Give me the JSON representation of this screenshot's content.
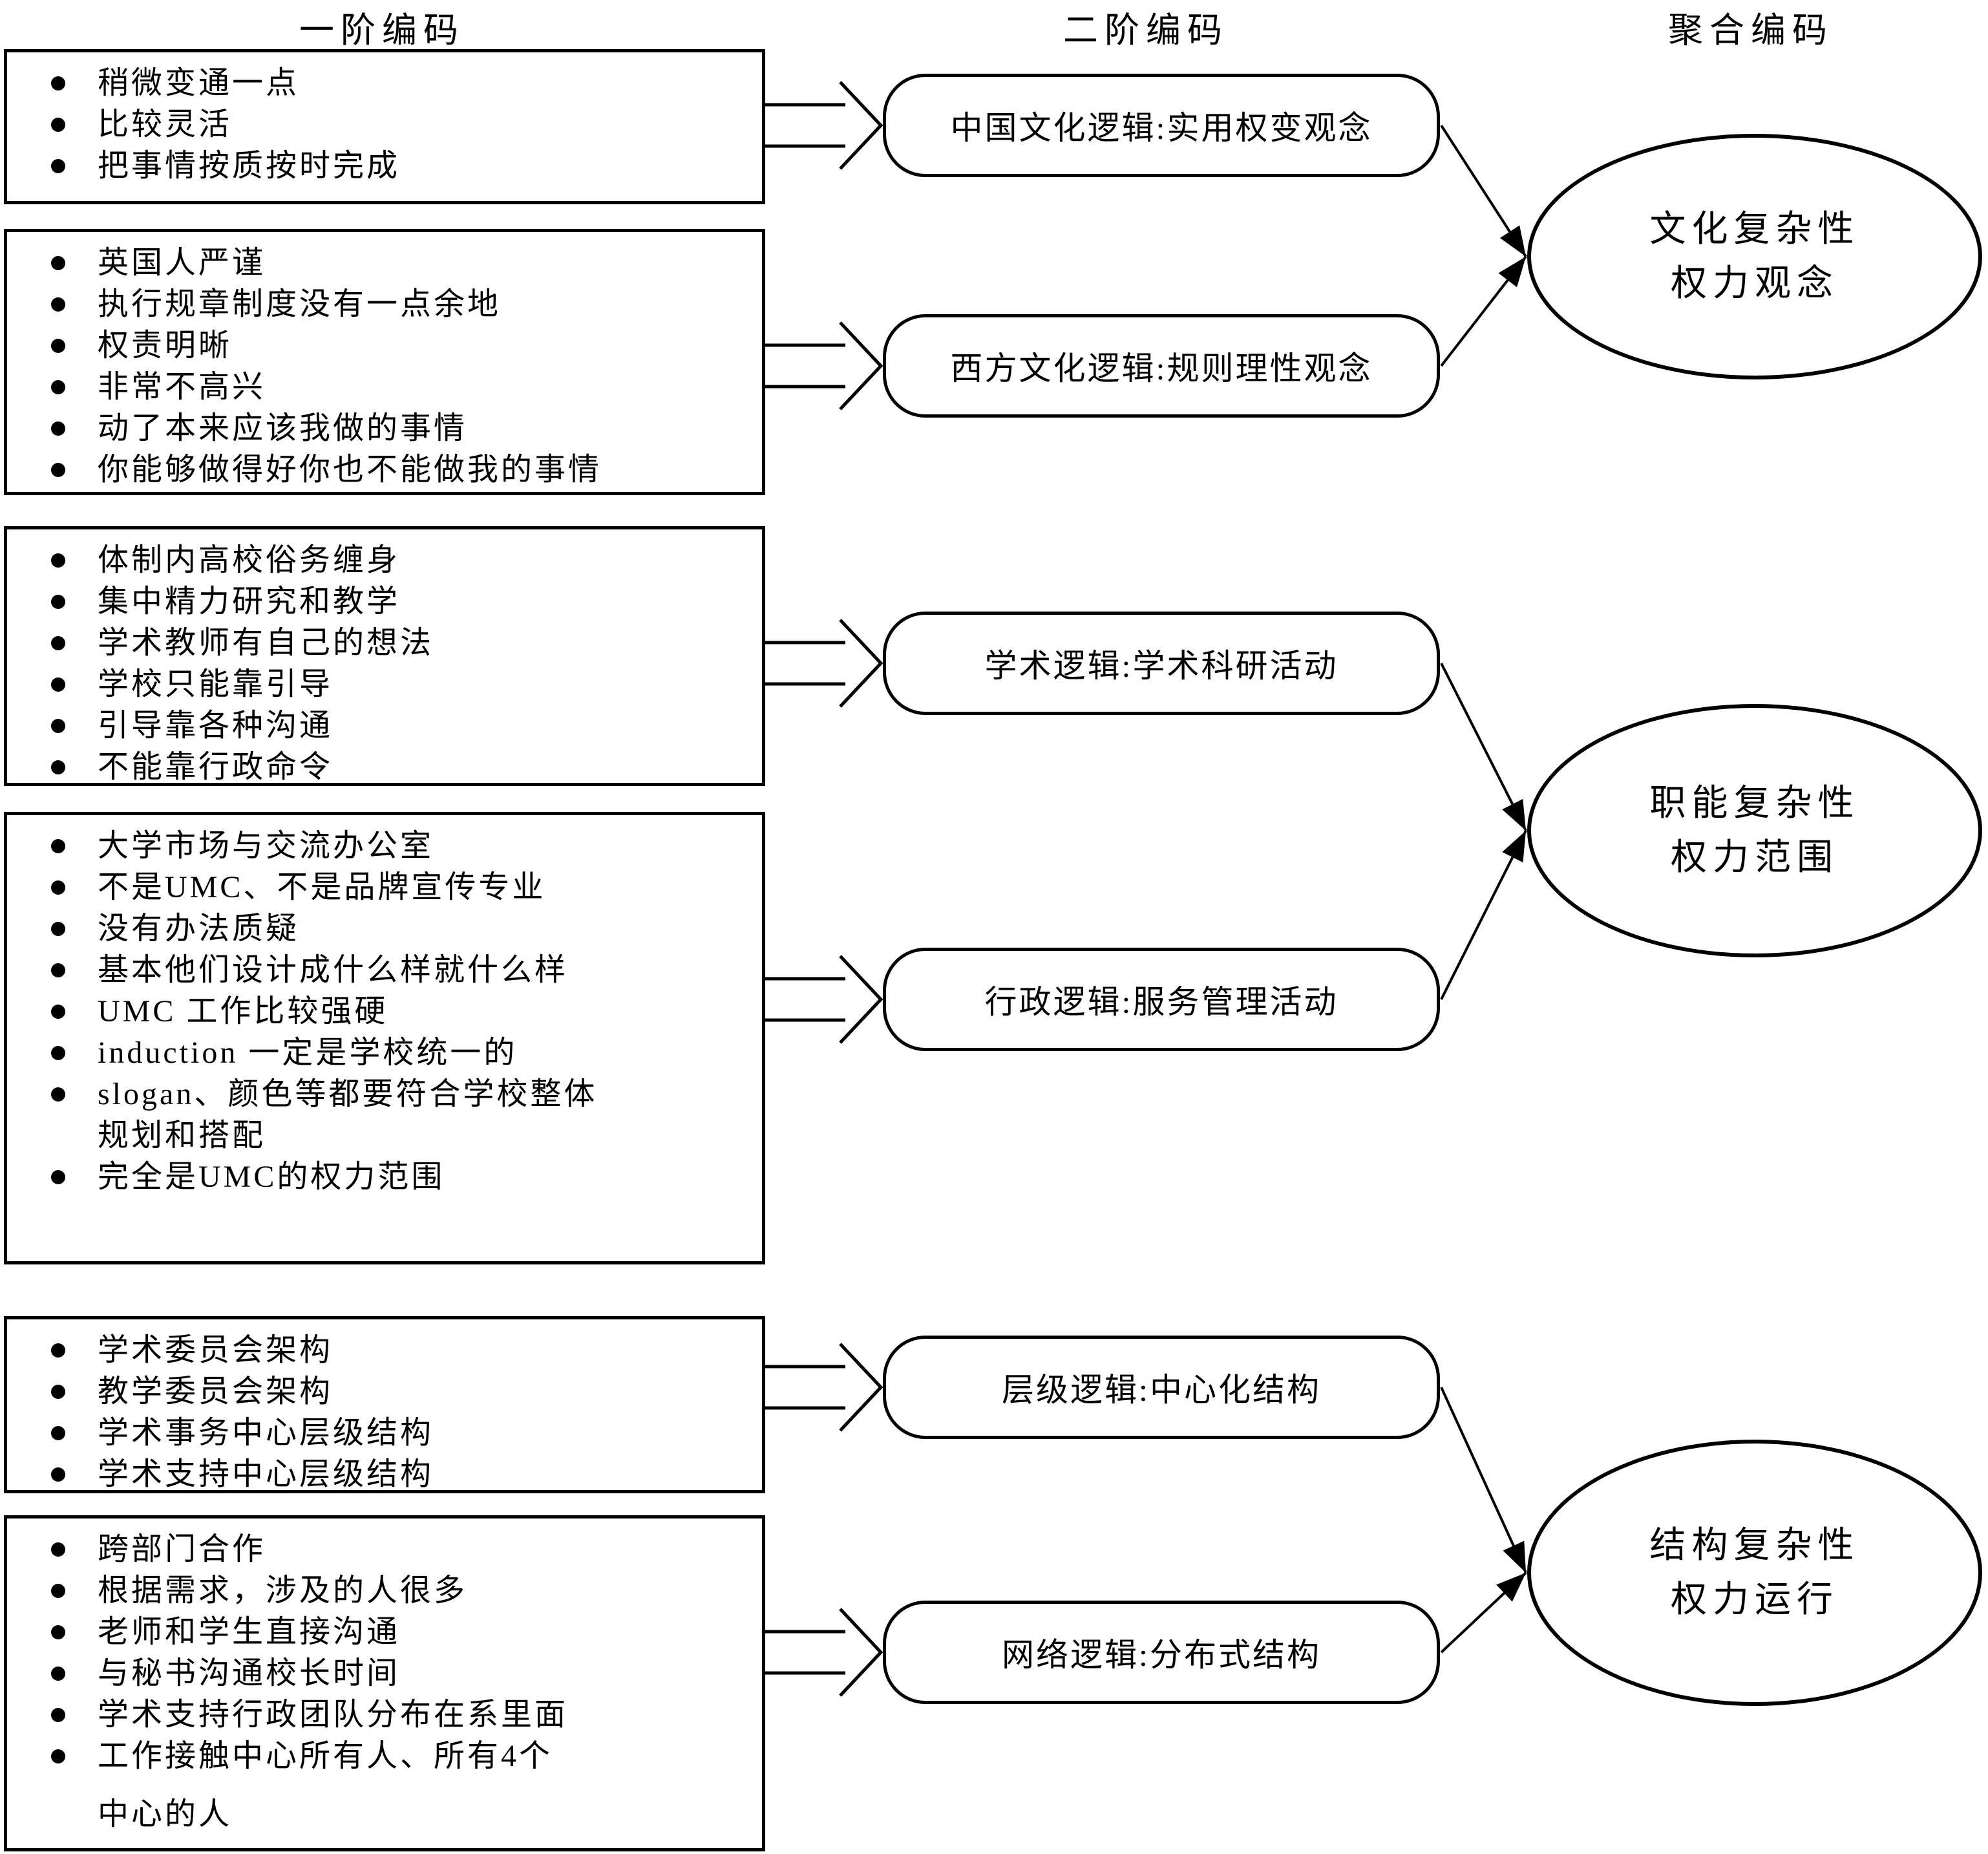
{
  "columns": [
    {
      "header": "一阶编码"
    },
    {
      "header": "二阶编码"
    },
    {
      "header": "聚合编码"
    }
  ],
  "first_order_boxes": [
    {
      "items": [
        {
          "text": "稍微变通一点",
          "bullet": true
        },
        {
          "text": "比较灵活",
          "bullet": true
        },
        {
          "text": "把事情按质按时完成",
          "bullet": true
        }
      ]
    },
    {
      "items": [
        {
          "text": "英国人严谨",
          "bullet": true
        },
        {
          "text": "执行规章制度没有一点余地",
          "bullet": true
        },
        {
          "text": "权责明晰",
          "bullet": true
        },
        {
          "text": "非常不高兴",
          "bullet": true
        },
        {
          "text": "动了本来应该我做的事情",
          "bullet": true
        },
        {
          "text": "你能够做得好你也不能做我的事情",
          "bullet": true
        }
      ]
    },
    {
      "items": [
        {
          "text": "体制内高校俗务缠身",
          "bullet": true
        },
        {
          "text": "集中精力研究和教学",
          "bullet": true
        },
        {
          "text": "学术教师有自己的想法",
          "bullet": true
        },
        {
          "text": "学校只能靠引导",
          "bullet": true
        },
        {
          "text": "引导靠各种沟通",
          "bullet": true
        },
        {
          "text": "不能靠行政命令",
          "bullet": true
        }
      ]
    },
    {
      "items": [
        {
          "text": "大学市场与交流办公室",
          "bullet": true
        },
        {
          "text": "不是UMC、不是品牌宣传专业",
          "bullet": true
        },
        {
          "text": "没有办法质疑",
          "bullet": true
        },
        {
          "text": "基本他们设计成什么样就什么样",
          "bullet": true
        },
        {
          "text": "UMC 工作比较强硬",
          "bullet": true
        },
        {
          "text": "induction 一定是学校统一的",
          "bullet": true
        },
        {
          "text": "slogan、颜色等都要符合学校整体",
          "bullet": true
        },
        {
          "text": "规划和搭配",
          "bullet": false
        },
        {
          "text": "完全是UMC的权力范围",
          "bullet": true
        }
      ]
    },
    {
      "items": [
        {
          "text": "学术委员会架构",
          "bullet": true
        },
        {
          "text": "教学委员会架构",
          "bullet": true
        },
        {
          "text": "学术事务中心层级结构",
          "bullet": true
        },
        {
          "text": "学术支持中心层级结构",
          "bullet": true
        }
      ]
    },
    {
      "items": [
        {
          "text": "跨部门合作",
          "bullet": true
        },
        {
          "text": "根据需求，涉及的人很多",
          "bullet": true
        },
        {
          "text": "老师和学生直接沟通",
          "bullet": true
        },
        {
          "text": "与秘书沟通校长时间",
          "bullet": true
        },
        {
          "text": "学术支持行政团队分布在系里面",
          "bullet": true
        },
        {
          "text": "工作接触中心所有人、所有4个",
          "bullet": true
        },
        {
          "text": "中心的人",
          "bullet": false,
          "gap": true
        }
      ]
    }
  ],
  "second_order_nodes": [
    {
      "label": "中国文化逻辑:实用权变观念"
    },
    {
      "label": "西方文化逻辑:规则理性观念"
    },
    {
      "label": "学术逻辑:学术科研活动"
    },
    {
      "label": "行政逻辑:服务管理活动"
    },
    {
      "label": "层级逻辑:中心化结构"
    },
    {
      "label": "网络逻辑:分布式结构"
    }
  ],
  "aggregate_nodes": [
    {
      "lines": [
        "文化复杂性",
        "权力观念"
      ]
    },
    {
      "lines": [
        "职能复杂性",
        "权力范围"
      ]
    },
    {
      "lines": [
        "结构复杂性",
        "权力运行"
      ]
    }
  ],
  "links": {
    "box_to_node": [
      [
        0,
        0
      ],
      [
        1,
        1
      ],
      [
        2,
        2
      ],
      [
        3,
        3
      ],
      [
        4,
        4
      ],
      [
        5,
        5
      ]
    ],
    "node_to_aggregate": [
      [
        0,
        0
      ],
      [
        1,
        0
      ],
      [
        2,
        1
      ],
      [
        3,
        1
      ],
      [
        4,
        2
      ],
      [
        5,
        2
      ]
    ]
  },
  "colors": {
    "ink": "#000000",
    "background": "#ffffff"
  }
}
